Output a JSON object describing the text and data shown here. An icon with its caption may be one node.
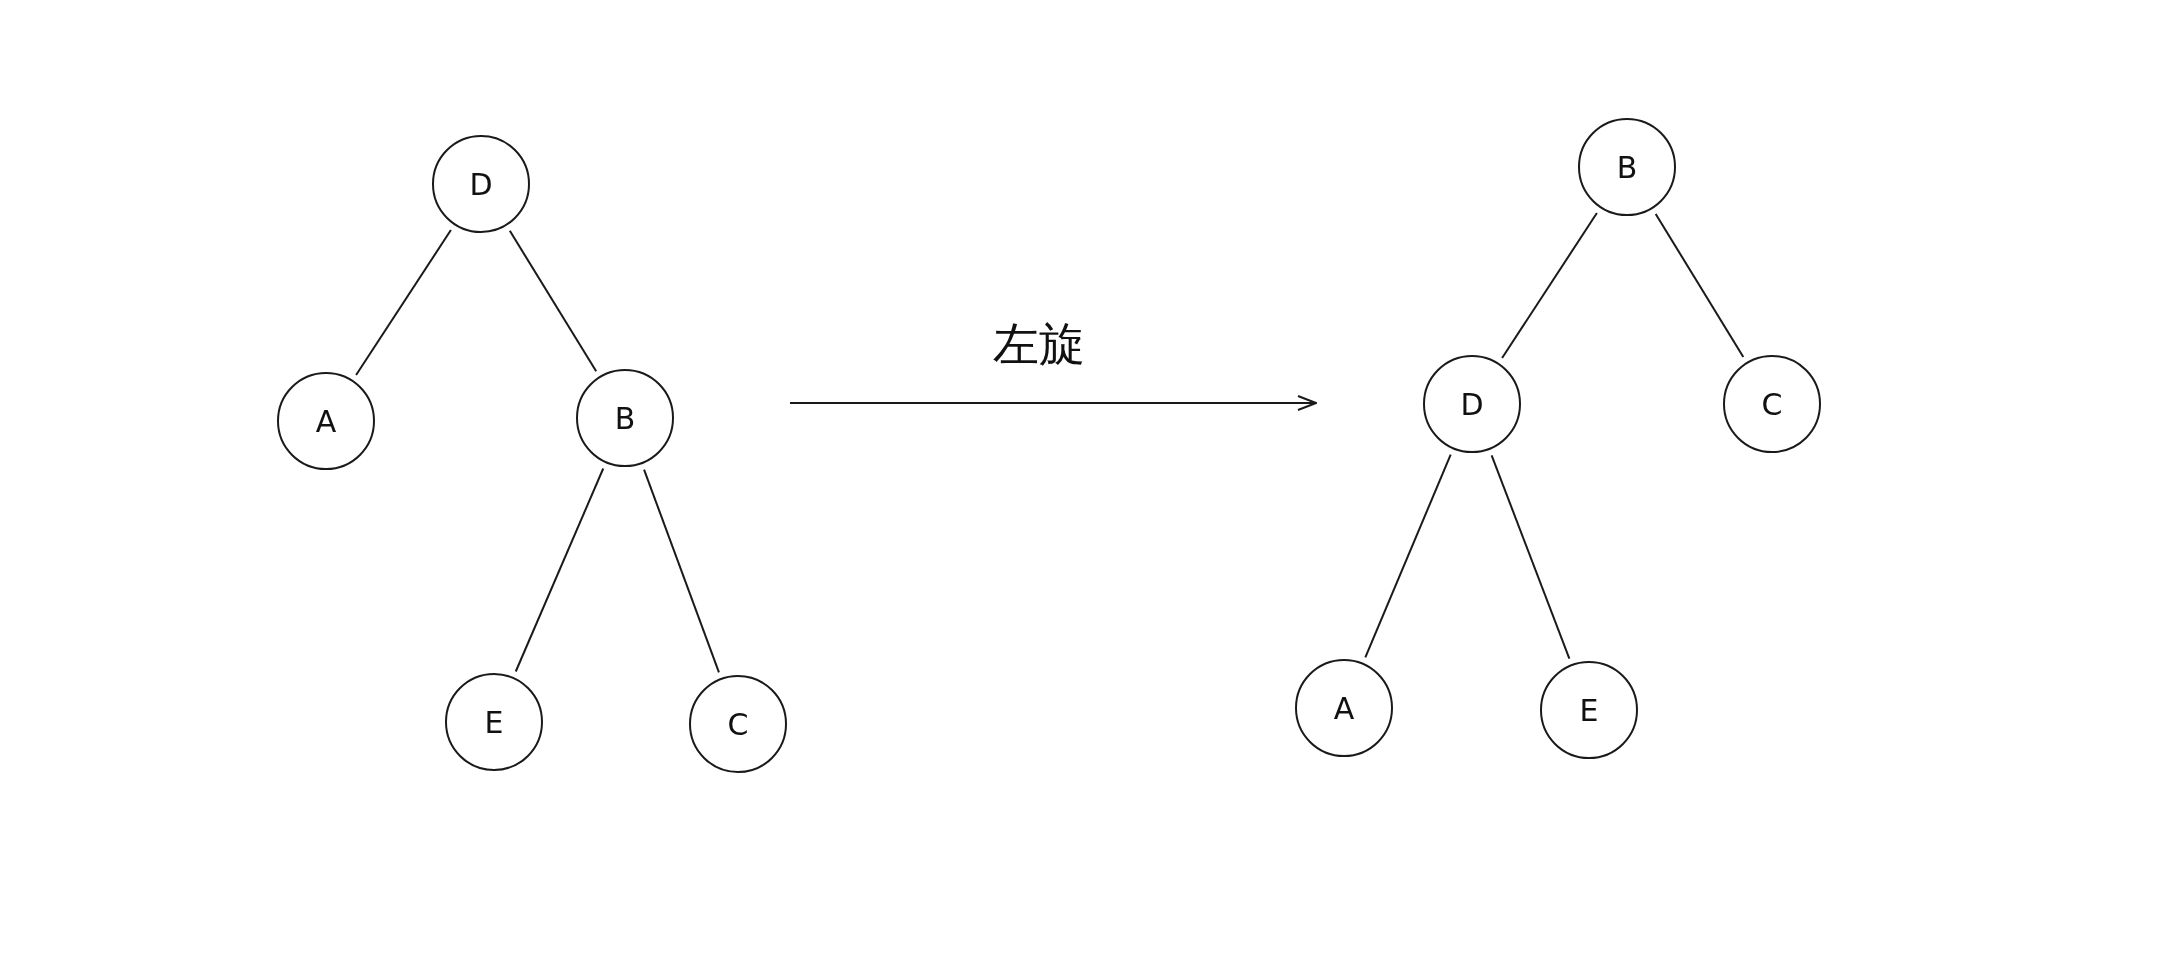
{
  "diagram": {
    "nodes": [
      {
        "text": [
          "D"
        ]
      },
      {
        "text": [
          "A"
        ]
      },
      {
        "text": [
          "B"
        ]
      },
      {
        "text": [
          "E"
        ]
      },
      {
        "text": [
          "C"
        ]
      },
      {
        "text": [
          "B"
        ]
      },
      {
        "text": [
          "D"
        ]
      },
      {
        "text": [
          "C"
        ]
      },
      {
        "text": [
          "A"
        ]
      },
      {
        "text": [
          "E"
        ]
      }
    ],
    "edges": [
      {
        "from": 0,
        "to": 1,
        "arrow": "none"
      },
      {
        "from": 0,
        "to": 2,
        "arrow": "none"
      },
      {
        "from": 2,
        "to": 3,
        "arrow": "none"
      },
      {
        "from": 2,
        "to": 4,
        "arrow": "none"
      },
      {
        "from": 5,
        "to": 6,
        "arrow": "none"
      },
      {
        "from": 5,
        "to": 7,
        "arrow": "none"
      },
      {
        "from": 6,
        "to": 8,
        "arrow": "none"
      },
      {
        "from": 6,
        "to": 9,
        "arrow": "none"
      }
    ],
    "labels": [
      "左旋"
    ]
  }
}
